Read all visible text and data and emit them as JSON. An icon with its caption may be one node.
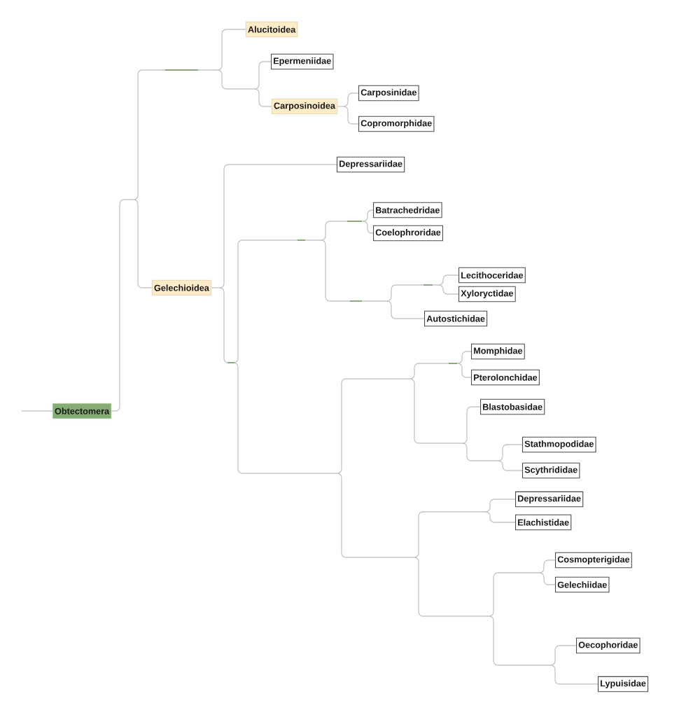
{
  "diagram": {
    "nodes": [
      {
        "text": [
          "Obtectomera"
        ]
      },
      {
        "text": [
          "Alucitoidea"
        ]
      },
      {
        "text": [
          "Epermeniidae"
        ]
      },
      {
        "text": [
          "Carposinoidea"
        ]
      },
      {
        "text": [
          "Carposinidae"
        ]
      },
      {
        "text": [
          "Copromorphidae"
        ]
      },
      {
        "text": [
          "Gelechioidea"
        ]
      },
      {
        "text": [
          "Depressariidae"
        ]
      },
      {
        "text": [
          "Batrachedridae"
        ]
      },
      {
        "text": [
          "Coelophroridae"
        ]
      },
      {
        "text": [
          "Lecithoceridae"
        ]
      },
      {
        "text": [
          "Xyloryctidae"
        ]
      },
      {
        "text": [
          "Autostichidae"
        ]
      },
      {
        "text": [
          "Momphidae"
        ]
      },
      {
        "text": [
          "Pterolonchidae"
        ]
      },
      {
        "text": [
          "Blastobasidae"
        ]
      },
      {
        "text": [
          "Stathmopodidae"
        ]
      },
      {
        "text": [
          "Scythrididae"
        ]
      },
      {
        "text": [
          "Depressariidae"
        ]
      },
      {
        "text": [
          "Elachistidae"
        ]
      },
      {
        "text": [
          "Cosmopterigidae"
        ]
      },
      {
        "text": [
          "Gelechiidae"
        ]
      },
      {
        "text": [
          "Oecophoridae"
        ]
      },
      {
        "text": [
          "Lypuisidae"
        ]
      }
    ],
    "edges": [
      {
        "from": null,
        "to": 0,
        "arrow": "none"
      },
      {
        "from": 0,
        "to": 1,
        "arrow": "none"
      },
      {
        "from": 0,
        "to": 2,
        "arrow": "none"
      },
      {
        "from": 0,
        "to": 3,
        "arrow": "none"
      },
      {
        "from": 3,
        "to": 4,
        "arrow": "none"
      },
      {
        "from": 3,
        "to": 5,
        "arrow": "none"
      },
      {
        "from": 0,
        "to": 6,
        "arrow": "none"
      },
      {
        "from": 6,
        "to": 7,
        "arrow": "none"
      },
      {
        "from": 6,
        "to": 8,
        "arrow": "none"
      },
      {
        "from": 6,
        "to": 9,
        "arrow": "none"
      },
      {
        "from": 6,
        "to": 10,
        "arrow": "none"
      },
      {
        "from": 6,
        "to": 11,
        "arrow": "none"
      },
      {
        "from": 6,
        "to": 12,
        "arrow": "none"
      },
      {
        "from": 6,
        "to": 13,
        "arrow": "none"
      },
      {
        "from": 6,
        "to": 14,
        "arrow": "none"
      },
      {
        "from": 6,
        "to": 15,
        "arrow": "none"
      },
      {
        "from": 6,
        "to": 16,
        "arrow": "none"
      },
      {
        "from": 6,
        "to": 17,
        "arrow": "none"
      },
      {
        "from": 6,
        "to": 18,
        "arrow": "none"
      },
      {
        "from": 6,
        "to": 19,
        "arrow": "none"
      },
      {
        "from": 6,
        "to": 20,
        "arrow": "none"
      },
      {
        "from": 6,
        "to": 21,
        "arrow": "none"
      },
      {
        "from": 6,
        "to": 22,
        "arrow": "none"
      },
      {
        "from": 6,
        "to": 23,
        "arrow": "none"
      }
    ]
  }
}
